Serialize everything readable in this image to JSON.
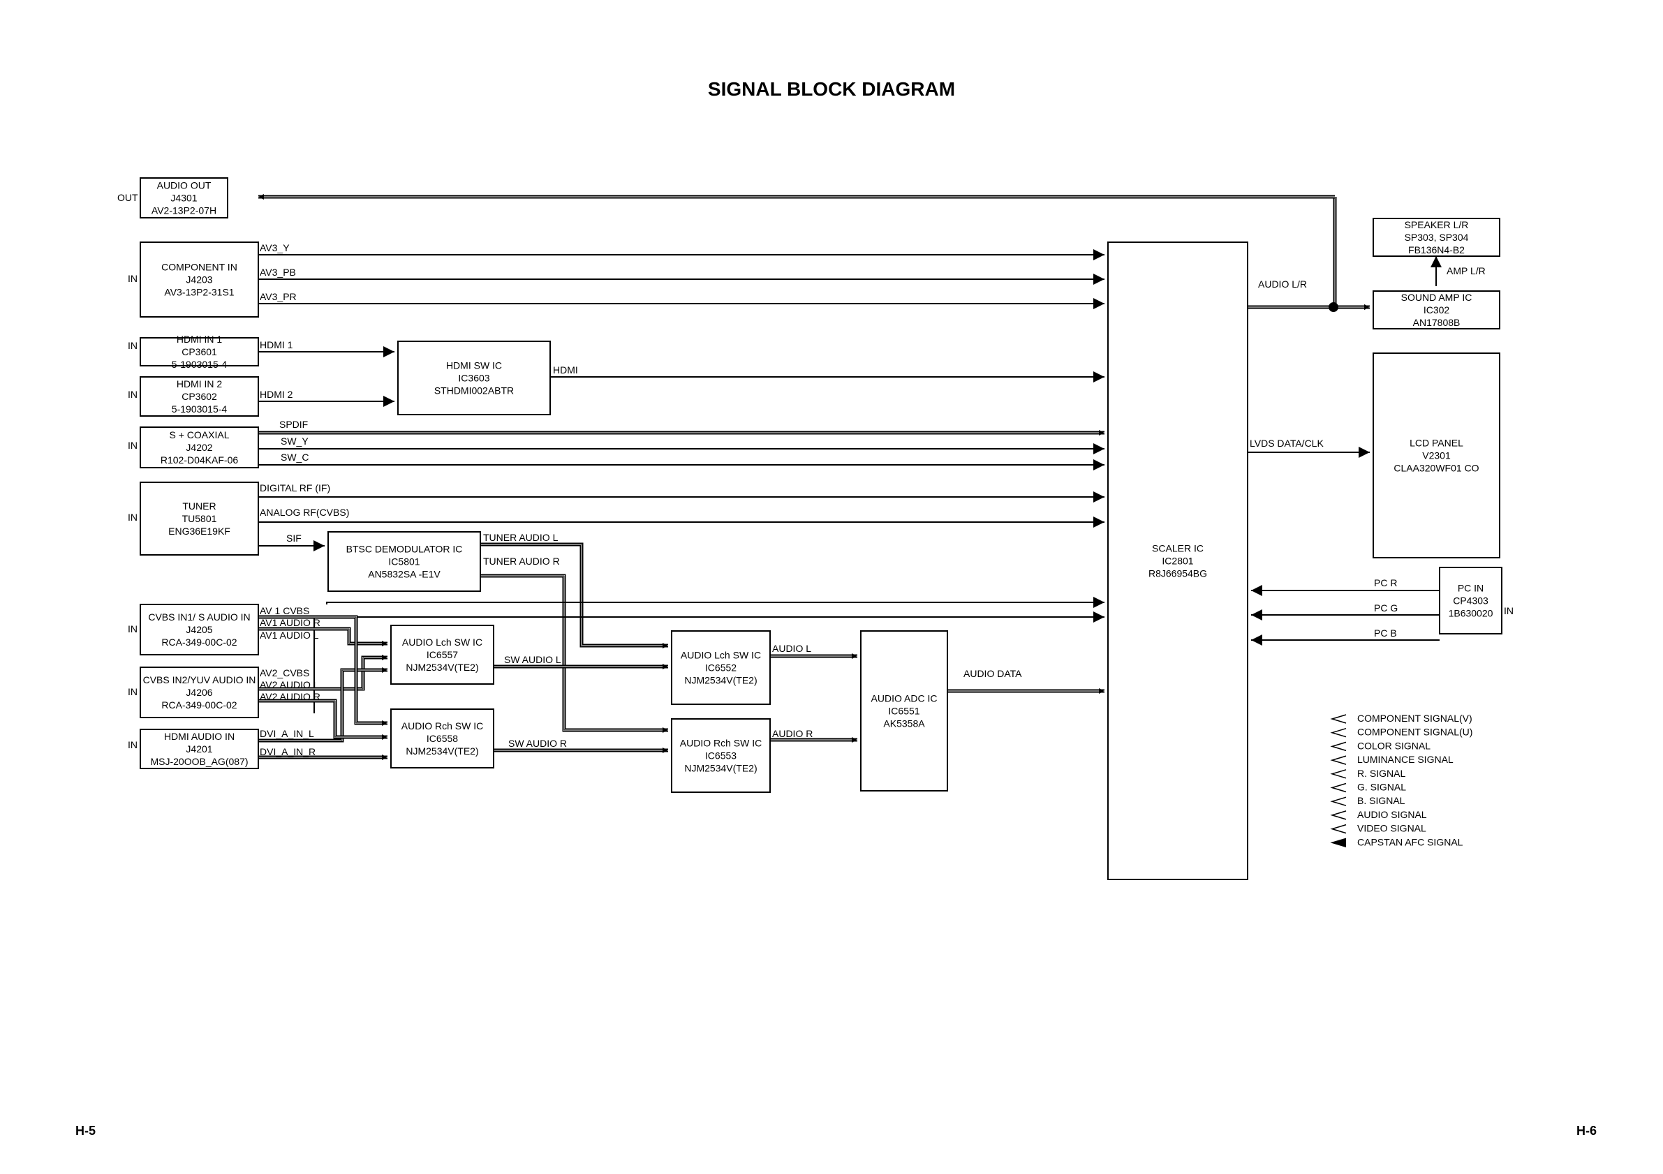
{
  "title": "SIGNAL BLOCK DIAGRAM",
  "page_left": "H-5",
  "page_right": "H-6",
  "blocks": {
    "audio_out": [
      "AUDIO OUT",
      "J4301",
      "AV2-13P2-07H"
    ],
    "component_in": [
      "COMPONENT IN",
      "J4203",
      "AV3-13P2-31S1"
    ],
    "hdmi_in1": [
      "HDMI IN 1",
      "CP3601",
      "5-1903015-4"
    ],
    "hdmi_in2": [
      "HDMI IN 2",
      "CP3602",
      "5-1903015-4"
    ],
    "s_coaxial": [
      "S + COAXIAL",
      "J4202",
      "R102-D04KAF-06"
    ],
    "tuner": [
      "TUNER",
      "TU5801",
      "ENG36E19KF"
    ],
    "cvbs_in1": [
      "CVBS IN1/ S AUDIO IN",
      "J4205",
      "RCA-349-00C-02"
    ],
    "cvbs_in2": [
      "CVBS IN2/YUV AUDIO IN",
      "J4206",
      "RCA-349-00C-02"
    ],
    "hdmi_audio_in": [
      "HDMI AUDIO IN",
      "J4201",
      "MSJ-20OOB_AG(087)"
    ],
    "hdmi_sw": [
      "HDMI SW IC",
      "IC3603",
      "STHDMI002ABTR"
    ],
    "btsc": [
      "BTSC DEMODULATOR IC",
      "IC5801",
      "AN5832SA -E1V"
    ],
    "audio_lch_sw1": [
      "AUDIO Lch SW IC",
      "IC6557",
      "NJM2534V(TE2)"
    ],
    "audio_rch_sw1": [
      "AUDIO Rch SW IC",
      "IC6558",
      "NJM2534V(TE2)"
    ],
    "audio_lch_sw2": [
      "AUDIO Lch SW IC",
      "IC6552",
      "NJM2534V(TE2)"
    ],
    "audio_rch_sw2": [
      "AUDIO Rch SW IC",
      "IC6553",
      "NJM2534V(TE2)"
    ],
    "audio_adc": [
      "AUDIO ADC IC",
      "IC6551",
      "AK5358A"
    ],
    "scaler": [
      "SCALER IC",
      "IC2801",
      "R8J66954BG"
    ],
    "speaker": [
      "SPEAKER L/R",
      "SP303, SP304",
      "FB136N4-B2"
    ],
    "sound_amp": [
      "SOUND AMP IC",
      "IC302",
      "AN17808B"
    ],
    "lcd_panel": [
      "LCD PANEL",
      "V2301",
      "CLAA320WF01 CO"
    ],
    "pc_in": [
      "PC IN",
      "CP4303",
      "1B630020"
    ]
  },
  "io_labels": {
    "out": "OUT",
    "in": "IN"
  },
  "signals": {
    "av3_y": "AV3_Y",
    "av3_pb": "AV3_PB",
    "av3_pr": "AV3_PR",
    "hdmi1": "HDMI 1",
    "hdmi2": "HDMI 2",
    "hdmi": "HDMI",
    "spdif": "SPDIF",
    "sw_y": "SW_Y",
    "sw_c": "SW_C",
    "digital_rf": "DIGITAL RF (IF)",
    "analog_rf": "ANALOG RF(CVBS)",
    "sif": "SIF",
    "tuner_audio_l": "TUNER AUDIO L",
    "tuner_audio_r": "TUNER AUDIO R",
    "av1_cvbs": "AV 1 CVBS",
    "av1_audio_r": "AV1 AUDIO R",
    "av1_audio_l": "AV1 AUDIO L",
    "av2_cvbs": "AV2_CVBS",
    "av2_audio_l": "AV2 AUDIO L",
    "av2_audio_r": "AV2 AUDIO R",
    "dvi_l": "DVI_A_IN_L",
    "dvi_r": "DVI_A_IN_R",
    "sw_audio_l": "SW AUDIO L",
    "sw_audio_r": "SW AUDIO R",
    "audio_l": "AUDIO L",
    "audio_r": "AUDIO R",
    "audio_data": "AUDIO DATA",
    "audio_lr": "AUDIO L/R",
    "amp_lr": "AMP L/R",
    "lvds": "LVDS DATA/CLK",
    "pc_r": "PC R",
    "pc_g": "PC G",
    "pc_b": "PC B"
  },
  "legend": [
    "COMPONENT SIGNAL(V)",
    "COMPONENT SIGNAL(U)",
    "COLOR SIGNAL",
    "LUMINANCE SIGNAL",
    "R. SIGNAL",
    "G. SIGNAL",
    "B. SIGNAL",
    "AUDIO SIGNAL",
    "VIDEO SIGNAL",
    "CAPSTAN AFC SIGNAL"
  ]
}
